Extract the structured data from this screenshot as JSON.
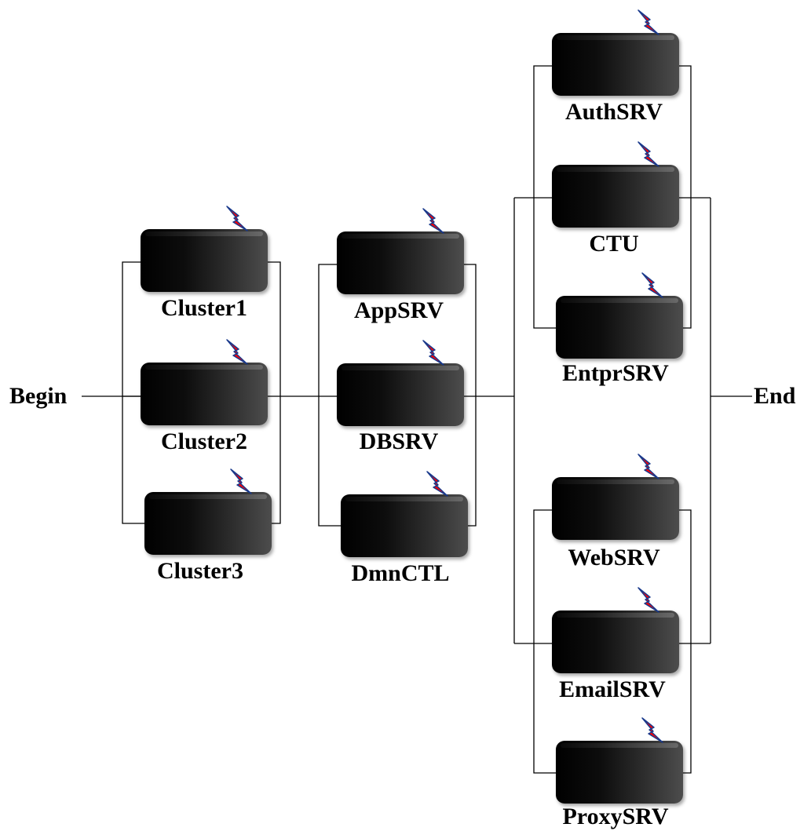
{
  "diagram": {
    "begin_label": "Begin",
    "end_label": "End",
    "groups": [
      {
        "components": [
          {
            "id": "cluster1",
            "label": "Cluster1"
          },
          {
            "id": "cluster2",
            "label": "Cluster2"
          },
          {
            "id": "cluster3",
            "label": "Cluster3"
          }
        ]
      },
      {
        "components": [
          {
            "id": "appsrv",
            "label": "AppSRV"
          },
          {
            "id": "dbsrv",
            "label": "DBSRV"
          },
          {
            "id": "dmnctl",
            "label": "DmnCTL"
          }
        ]
      },
      {
        "components": [
          {
            "id": "authsrv",
            "label": "AuthSRV"
          },
          {
            "id": "ctu",
            "label": "CTU"
          },
          {
            "id": "entprsrv",
            "label": "EntprSRV"
          },
          {
            "id": "websrv",
            "label": "WebSRV"
          },
          {
            "id": "emailsrv",
            "label": "EmailSRV"
          },
          {
            "id": "proxysrv",
            "label": "ProxySRV"
          }
        ]
      }
    ],
    "colors": {
      "wire": "#000000",
      "bolt_fill": "#ff0000",
      "bolt_outline": "#1a3a8c"
    }
  }
}
